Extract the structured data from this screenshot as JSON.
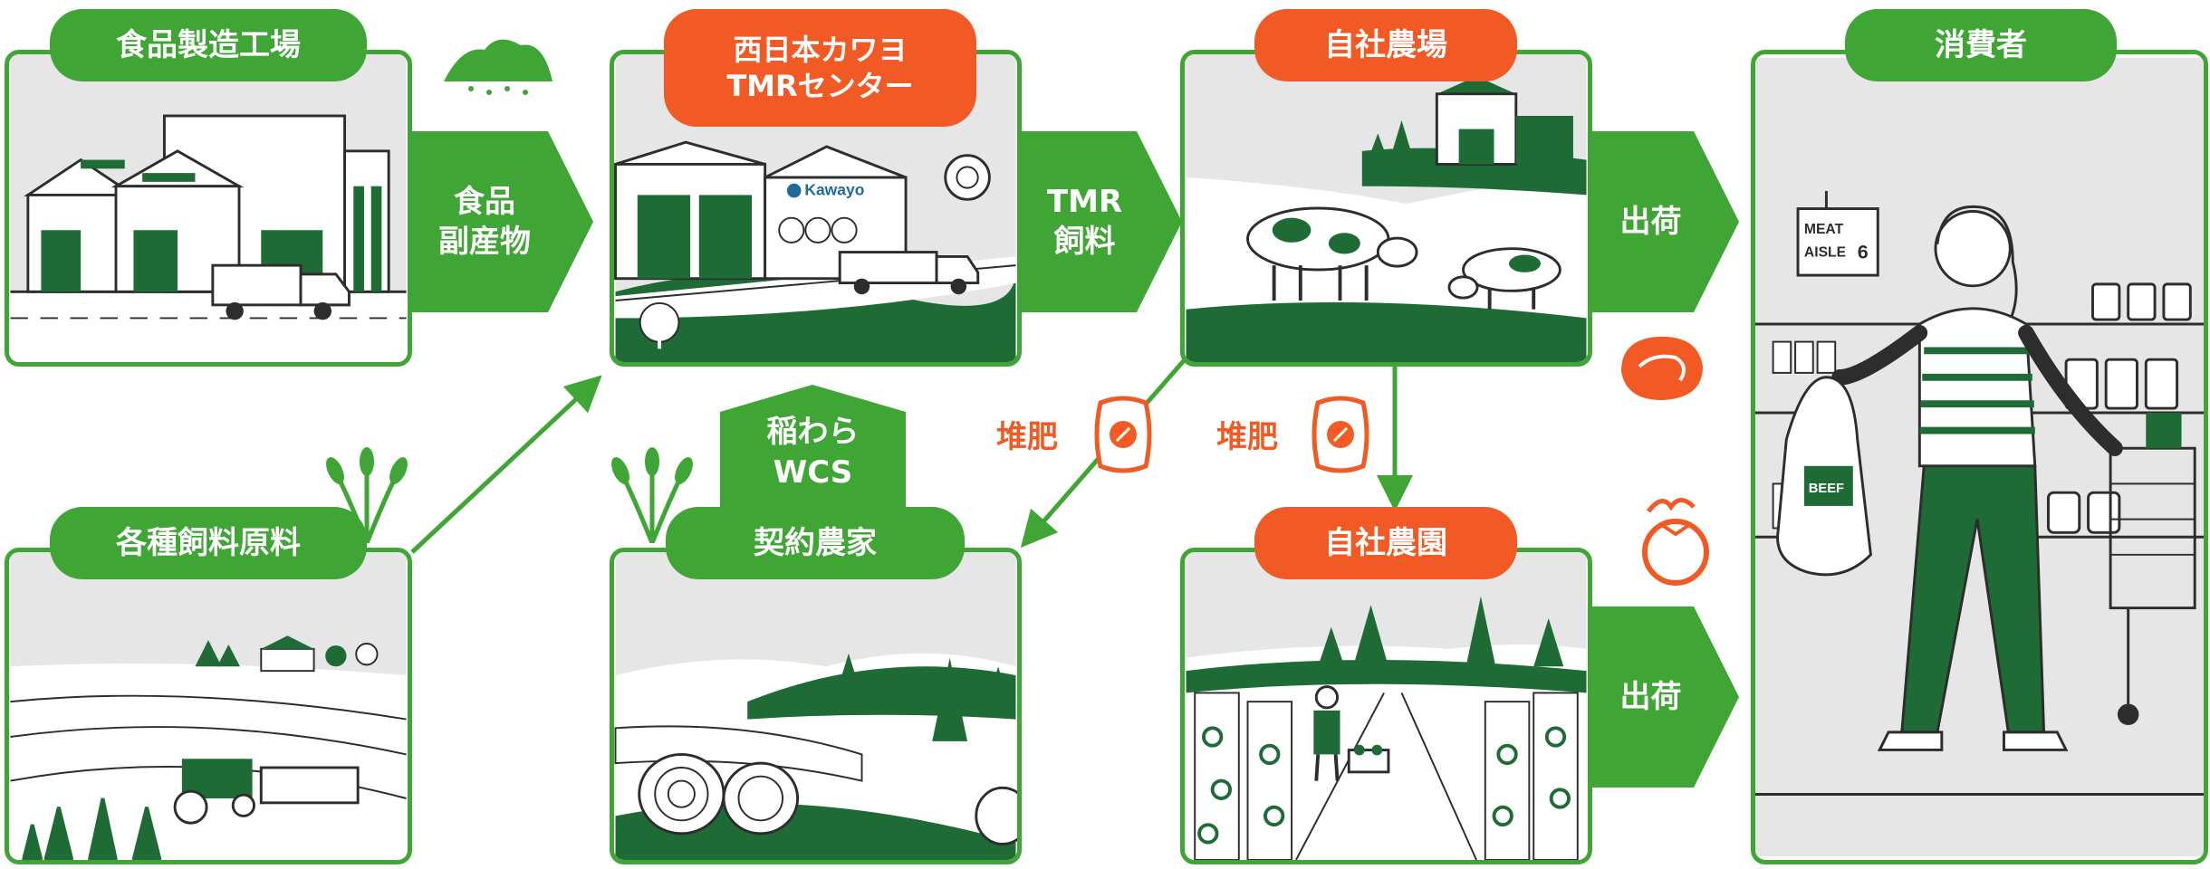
{
  "colors": {
    "green": "#3fa535",
    "dark_green": "#1e6b36",
    "orange": "#f15a24",
    "gray": "#e6e6e6",
    "line": "#2d2d2d"
  },
  "nodes": {
    "factory": {
      "label": "食品製造工場"
    },
    "tmr_center": {
      "line1": "西日本カワヨ",
      "line2": "TMRセンター",
      "logo": "Kawayo"
    },
    "own_farm": {
      "label": "自社農場"
    },
    "consumer": {
      "label": "消費者",
      "sign_line1": "MEAT",
      "sign_line2": "AISLE",
      "sign_number": "6",
      "bag_label": "BEEF"
    },
    "feed_materials": {
      "label": "各種飼料原料"
    },
    "contract_farmer": {
      "label": "契約農家"
    },
    "own_garden": {
      "label": "自社農園"
    }
  },
  "flows": {
    "byproduct": {
      "line1": "食品",
      "line2": "副産物"
    },
    "tmr_feed": {
      "line1": "TMR",
      "line2": "飼料"
    },
    "ship_meat": {
      "label": "出荷"
    },
    "ship_veg": {
      "label": "出荷"
    },
    "straw": {
      "line1": "稲わら",
      "line2": "WCS"
    },
    "compost_left": {
      "label": "堆肥"
    },
    "compost_right": {
      "label": "堆肥"
    }
  },
  "icons": [
    "grain-pile-icon",
    "wheat-icon",
    "meat-icon",
    "tomato-icon",
    "compost-bag-icon",
    "leaf-icon"
  ]
}
